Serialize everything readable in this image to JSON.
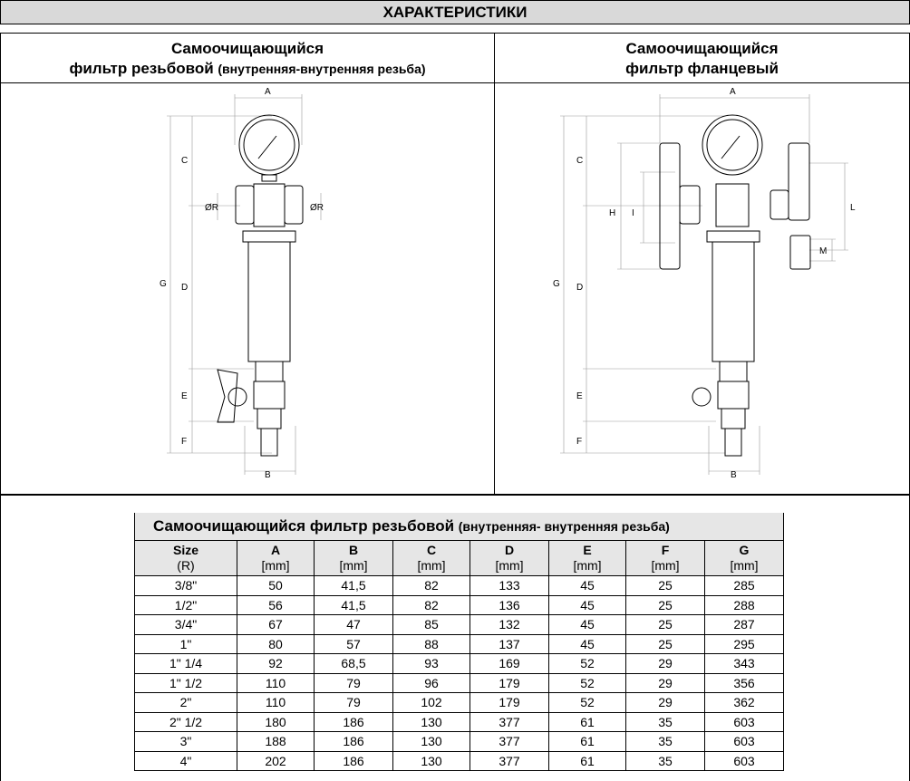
{
  "title": "ХАРАКТЕРИСТИКИ",
  "left_panel": {
    "line1": "Самоочищающийся",
    "line2": "фильтр резьбовой",
    "line2_note": "(внутренняя-внутренняя резьба)"
  },
  "right_panel": {
    "line1": "Самоочищающийся",
    "line2": "фильтр фланцевый"
  },
  "dims": {
    "A": "A",
    "B": "B",
    "C": "C",
    "D": "D",
    "E": "E",
    "F": "F",
    "G": "G",
    "R": "ØR",
    "H": "H",
    "I": "I",
    "L": "L",
    "M": "M"
  },
  "table": {
    "title": "Самоочищающийся фильтр резьбовой",
    "title_note": "(внутренняя- внутренняя резьба)",
    "headers": [
      [
        "Size",
        "(R)"
      ],
      [
        "A",
        "[mm]"
      ],
      [
        "B",
        "[mm]"
      ],
      [
        "C",
        "[mm]"
      ],
      [
        "D",
        "[mm]"
      ],
      [
        "E",
        "[mm]"
      ],
      [
        "F",
        "[mm]"
      ],
      [
        "G",
        "[mm]"
      ]
    ],
    "rows": [
      [
        "3/8\"",
        "50",
        "41,5",
        "82",
        "133",
        "45",
        "25",
        "285"
      ],
      [
        "1/2\"",
        "56",
        "41,5",
        "82",
        "136",
        "45",
        "25",
        "288"
      ],
      [
        "3/4\"",
        "67",
        "47",
        "85",
        "132",
        "45",
        "25",
        "287"
      ],
      [
        "1\"",
        "80",
        "57",
        "88",
        "137",
        "45",
        "25",
        "295"
      ],
      [
        "1\" 1/4",
        "92",
        "68,5",
        "93",
        "169",
        "52",
        "29",
        "343"
      ],
      [
        "1\" 1/2",
        "110",
        "79",
        "96",
        "179",
        "52",
        "29",
        "356"
      ],
      [
        "2\"",
        "110",
        "79",
        "102",
        "179",
        "52",
        "29",
        "362"
      ],
      [
        "2\" 1/2",
        "180",
        "186",
        "130",
        "377",
        "61",
        "35",
        "603"
      ],
      [
        "3\"",
        "188",
        "186",
        "130",
        "377",
        "61",
        "35",
        "603"
      ],
      [
        "4\"",
        "202",
        "186",
        "130",
        "377",
        "61",
        "35",
        "603"
      ]
    ]
  }
}
